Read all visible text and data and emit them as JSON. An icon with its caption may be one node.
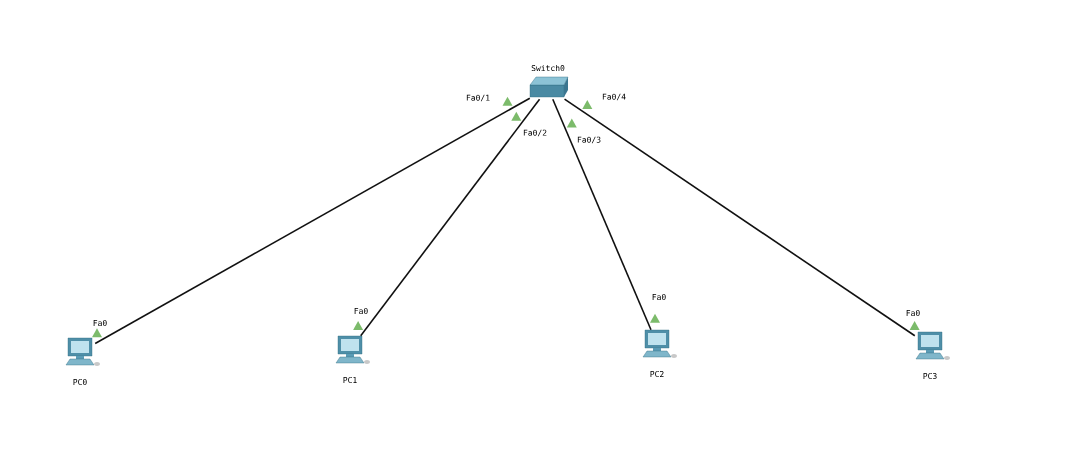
{
  "diagram": {
    "nodes": [
      {
        "text": [
          "Switch0"
        ]
      },
      {
        "text": [
          "PC0"
        ]
      },
      {
        "text": [
          "PC1"
        ]
      },
      {
        "text": [
          "PC2"
        ]
      },
      {
        "text": [
          "PC3"
        ]
      }
    ],
    "edges": [
      {
        "from": 0,
        "to": 1,
        "arrow": "none"
      },
      {
        "from": 0,
        "to": 2,
        "arrow": "none"
      },
      {
        "from": 0,
        "to": 3,
        "arrow": "none"
      },
      {
        "from": 0,
        "to": 4,
        "arrow": "none"
      }
    ],
    "labels": [
      "Fa0/1",
      "Fa0/2",
      "Fa0/4",
      "Fa0/3",
      "Fa0",
      "Fa0",
      "Fa0",
      "Fa0"
    ]
  }
}
